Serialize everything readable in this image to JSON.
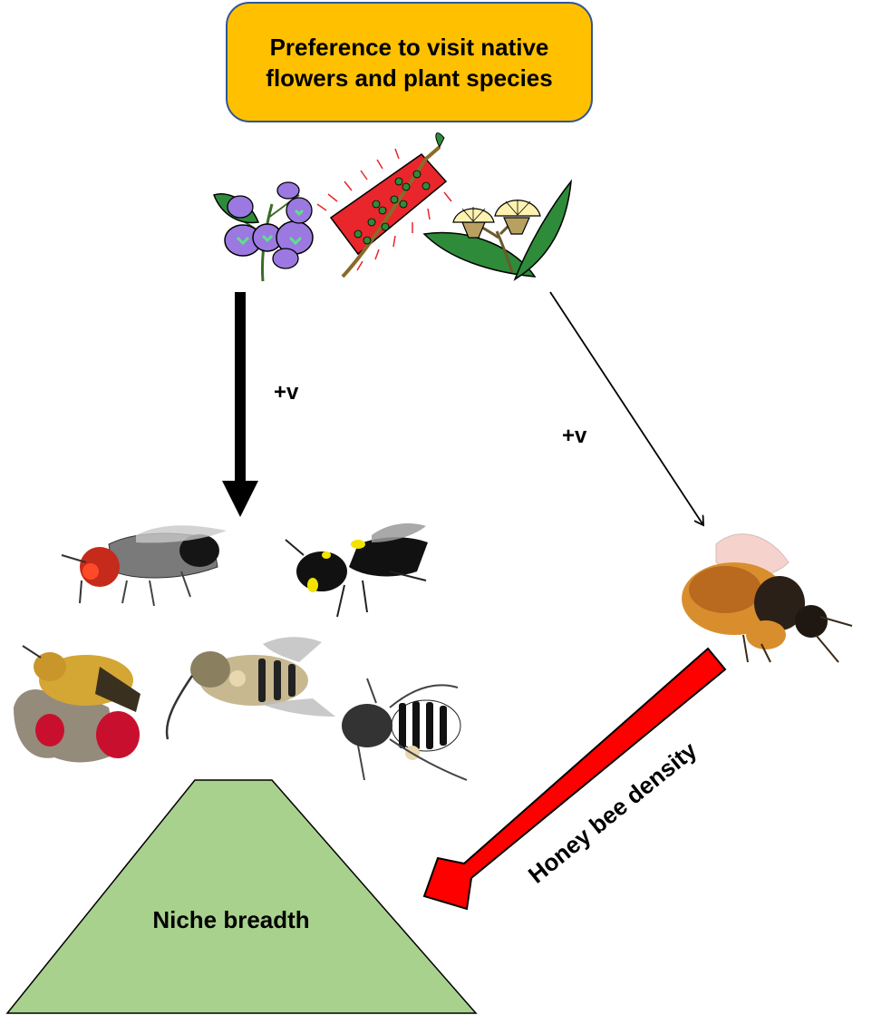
{
  "title": "Preference to visit native flowers and plant species",
  "edges": [
    {
      "from": "flowers",
      "to": "native-bees",
      "label": "+v",
      "weight": "thick"
    },
    {
      "from": "flowers",
      "to": "honey-bee",
      "label": "+v",
      "weight": "thin"
    },
    {
      "from": "honey-bee",
      "to": "niche-breadth",
      "label": "Honey bee density",
      "color": "#ff0000"
    }
  ],
  "labels": {
    "plus_left": "+v",
    "plus_right": "+v",
    "honey_density": "Honey bee density",
    "niche": "Niche breadth"
  },
  "icons": [
    "hardenbergia-flower-icon",
    "bottlebrush-flower-icon",
    "eucalyptus-flower-icon",
    "native-bee-icon",
    "honey-bee-icon"
  ],
  "colors": {
    "title_fill": "#ffc000",
    "title_border": "#2f5597",
    "niche_fill": "#a9d18e",
    "red_arrow": "#ff0000",
    "purple_flower": "#9b79e0",
    "red_flower": "#e8262b",
    "leaf_green": "#2e8b3a"
  }
}
